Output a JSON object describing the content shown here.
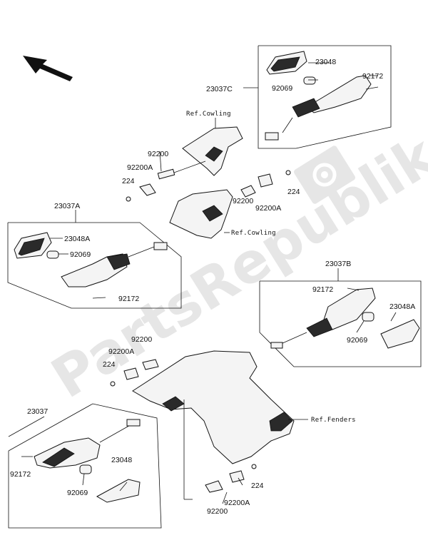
{
  "watermark": "PartsRepublik",
  "labels": {
    "l23048_top": "23048",
    "l23037C": "23037C",
    "l92069_top": "92069",
    "l92172_top": "92172",
    "ref_cowling_top": "Ref.Cowling",
    "l92200_a": "92200",
    "l92200A_a": "92200A",
    "l224_a": "224",
    "l224_b": "224",
    "l92200_b": "92200",
    "l92200A_b": "92200A",
    "ref_cowling_mid": "Ref.Cowling",
    "l23037A": "23037A",
    "l23048A_left": "23048A",
    "l92069_left": "92069",
    "l92172_left": "92172",
    "l23037B": "23037B",
    "l92172_right": "92172",
    "l23048A_right": "23048A",
    "l92069_right": "92069",
    "l92200_c": "92200",
    "l92200A_c": "92200A",
    "l224_c": "224",
    "ref_fenders": "Ref.Fenders",
    "l23037": "23037",
    "l92172_bottom": "92172",
    "l23048_bottom": "23048",
    "l92069_bottom": "92069",
    "l224_d": "224",
    "l92200A_d": "92200A",
    "l92200_d": "92200"
  }
}
